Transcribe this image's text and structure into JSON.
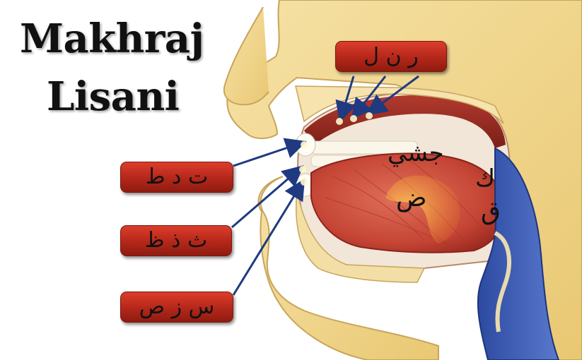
{
  "title": {
    "line1": "Makhraj",
    "line2": "Lisani"
  },
  "labels": {
    "top": "ر  ن  ل",
    "box1": "ت  د  ط",
    "box2": "ث  ذ  ظ",
    "box3": "س  ز  ص"
  },
  "mouth_letters": {
    "jeem_sheen_ya": "جشي",
    "dad": "ض",
    "kaf": "ك",
    "qaf": "ق"
  },
  "colors": {
    "skin": "#f3d991",
    "mouth_red": "#c8433a",
    "label_red": "#c0301f",
    "arrow_blue": "#1f3a80",
    "throat_blue": "#3556b0"
  }
}
